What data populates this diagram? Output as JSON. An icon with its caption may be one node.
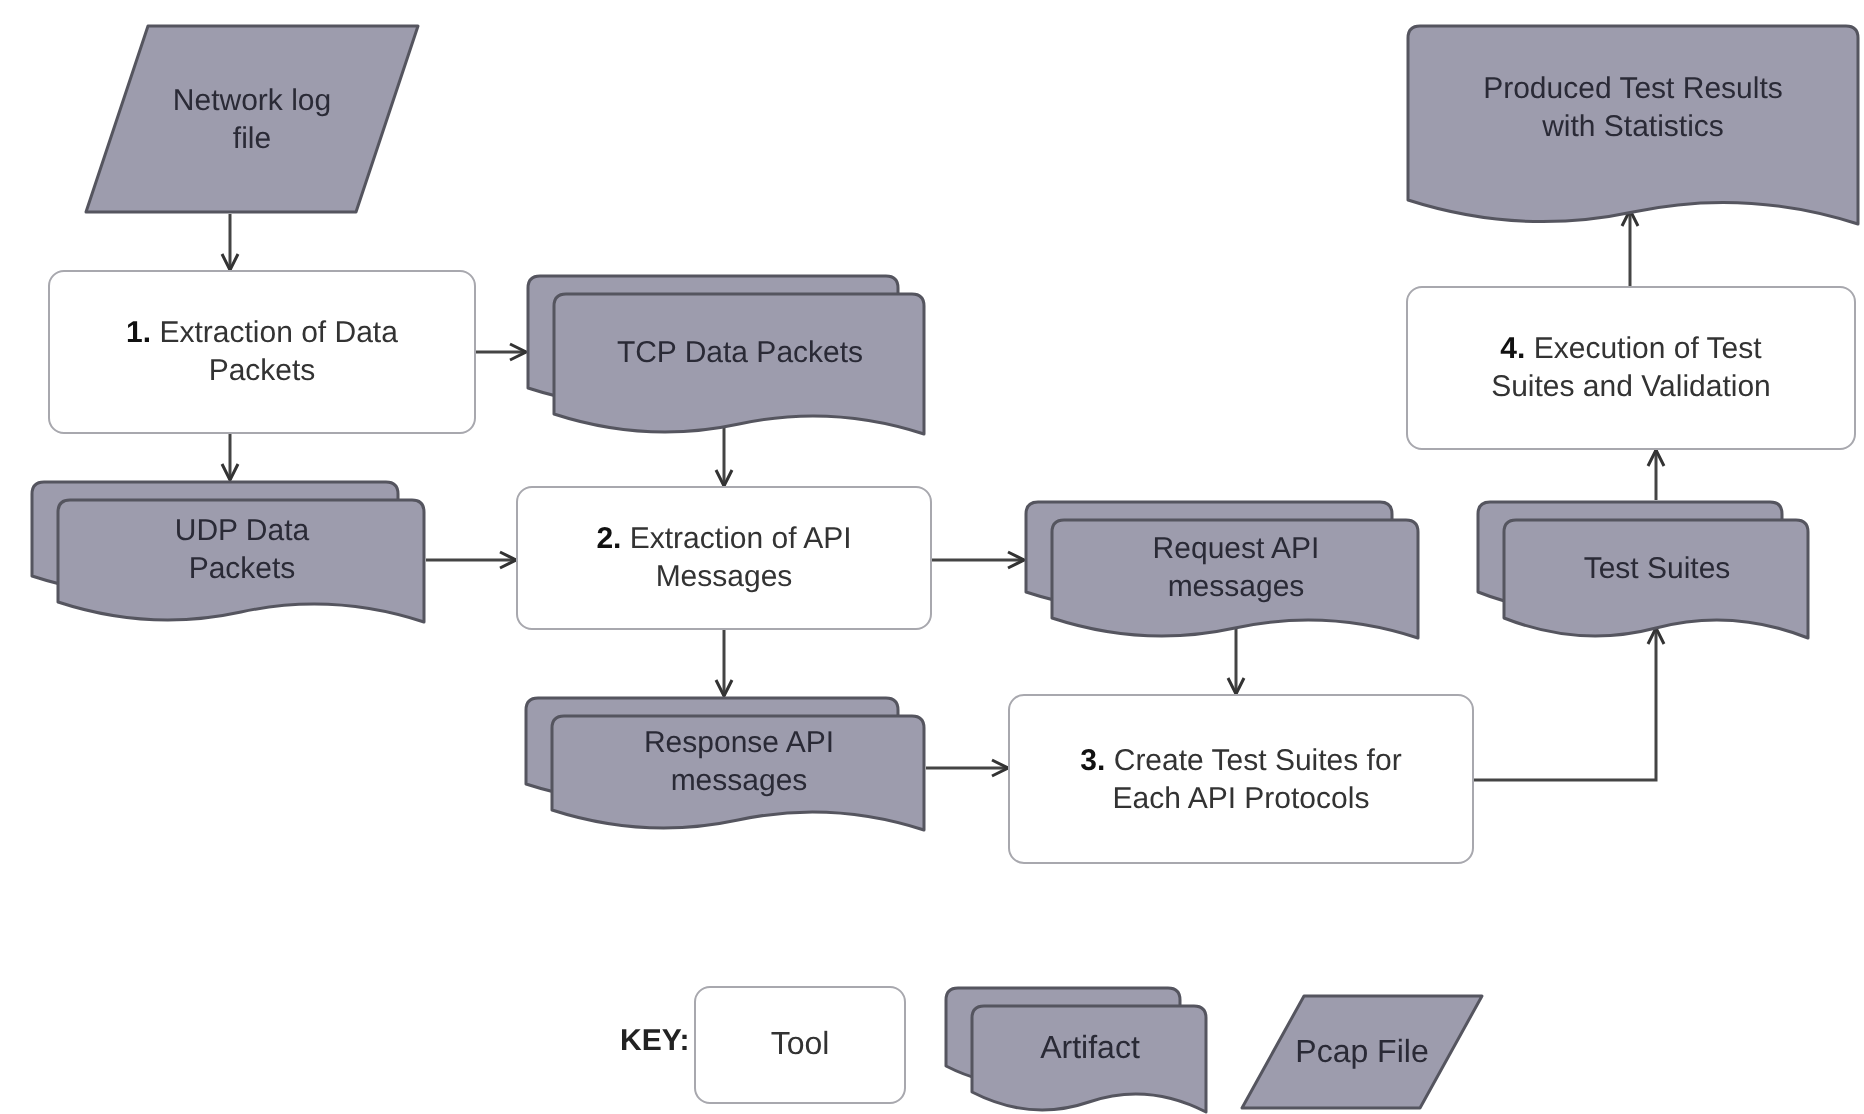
{
  "diagram": {
    "nodes": [
      {
        "text": [
          "Network log file"
        ]
      },
      {
        "text": [
          "**1.** Extraction of Data Packets"
        ]
      },
      {
        "text": [
          "TCP Data Packets"
        ]
      },
      {
        "text": [
          "UDP Data Packets"
        ]
      },
      {
        "text": [
          "**2.** Extraction of API Messages"
        ]
      },
      {
        "text": [
          "Request API messages"
        ]
      },
      {
        "text": [
          "Response API messages"
        ]
      },
      {
        "text": [
          "**3.** Create Test Suites for Each API Protocols"
        ]
      },
      {
        "text": [
          "Test Suites"
        ]
      },
      {
        "text": [
          "**4.** Execution of Test Suites and Validation"
        ]
      },
      {
        "text": [
          "Produced Test Results with Statistics"
        ]
      }
    ],
    "edges": [
      {
        "from": 0,
        "to": 1,
        "arrow": "to"
      },
      {
        "from": 1,
        "to": 2,
        "arrow": "to"
      },
      {
        "from": 1,
        "to": 3,
        "arrow": "to"
      },
      {
        "from": 2,
        "to": 4,
        "arrow": "to"
      },
      {
        "from": 3,
        "to": 4,
        "arrow": "to"
      },
      {
        "from": 4,
        "to": 5,
        "arrow": "to"
      },
      {
        "from": 4,
        "to": 6,
        "arrow": "to"
      },
      {
        "from": 5,
        "to": 7,
        "arrow": "to"
      },
      {
        "from": 6,
        "to": 7,
        "arrow": "to"
      },
      {
        "from": 7,
        "to": 8,
        "arrow": "to"
      },
      {
        "from": 8,
        "to": 9,
        "arrow": "to"
      },
      {
        "from": 9,
        "to": 10,
        "arrow": "to"
      }
    ],
    "labels": [
      "KEY:"
    ],
    "legend": [
      {
        "text": "Tool"
      },
      {
        "text": "Artifact"
      },
      {
        "text": "Pcap File"
      }
    ]
  }
}
